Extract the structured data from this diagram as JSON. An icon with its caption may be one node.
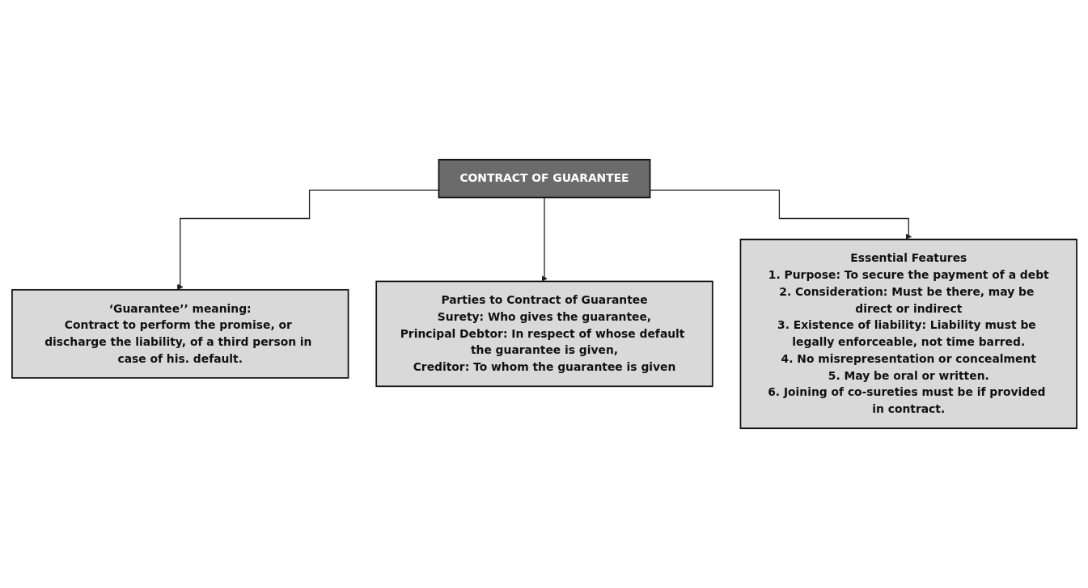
{
  "diagram": {
    "nodes": [
      {
        "text": [
          "CONTRACT OF GUARANTEE"
        ]
      },
      {
        "text": [
          "‘Guarantee’’ meaning:",
          "Contract to perform the promise, or discharge the liability, of a third person in case of his. default."
        ]
      },
      {
        "text": [
          "**Parties to Contract of Guarantee**",
          "**Surety**: Who gives the guarantee,",
          "**Principal Debtor:** In respect of whose default the guarantee is given,",
          "**Creditor**: To whom the guarantee is given"
        ]
      },
      {
        "text": [
          "Essential Features",
          "1. **Purpose:** To secure the payment of a debt",
          "2. **Consideration:** Must be there, may be direct or indirect",
          "3. **Existence of liability:** Liability must be legally enforceable, not time barred.",
          "4. No misrepresentation or concealment",
          "5. May be oral or written.",
          "6. Joining of co-sureties must be if provided in contract."
        ]
      }
    ],
    "edges": [
      {
        "from": 0,
        "to": 1,
        "arrow": "to"
      },
      {
        "from": 0,
        "to": 2,
        "arrow": "to"
      },
      {
        "from": 0,
        "to": 3,
        "arrow": "to"
      }
    ]
  }
}
